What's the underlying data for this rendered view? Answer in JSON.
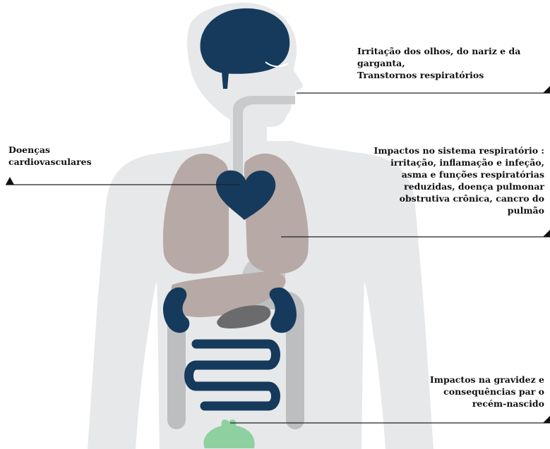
{
  "colors": {
    "body_silhouette": "#e7e8e9",
    "airway": "#c9cacc",
    "brain": "#163a5c",
    "heart": "#163a5c",
    "lungs": "#b6a9a6",
    "liver": "#b6a9a6",
    "kidneys": "#163a5c",
    "stomach": "#6b6b6d",
    "large_intestine": "#bdbec0",
    "small_intestine": "#163a5c",
    "bladder": "#8fd0a0",
    "line": "#222222"
  },
  "icons": {
    "pointer": "black-triangle"
  },
  "labels": {
    "eyes_nose_throat": "Irritação dos olhos, do nariz e da\ngarganta,\nTranstornos respiratórios",
    "cardiovascular": "Doenças\ncardiovasculares",
    "respiratory": "Impactos no sistema respiratório :\nirritação, inflamação e infeção,\nasma e funções respiratórias\nreduzidas, doença pulmonar\nobstrutiva crônica, cancro do\npulmão",
    "pregnancy": "Impactos na gravidez e\nconsequências par o\nrecém-nascido"
  }
}
